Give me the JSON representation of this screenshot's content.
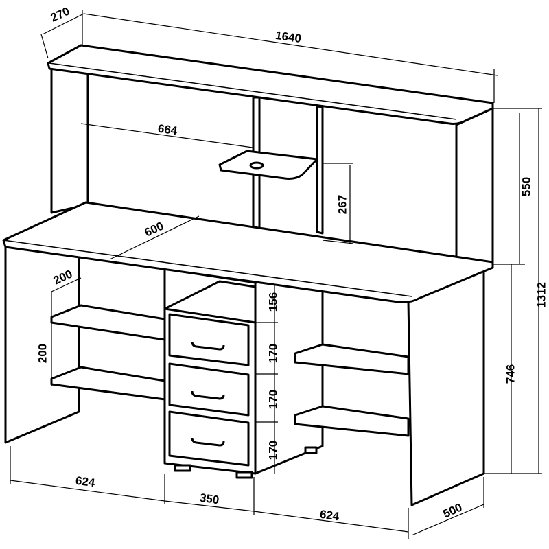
{
  "drawing": {
    "subject": "desk",
    "dimensions": {
      "hutch_depth": "270",
      "total_width": "1640",
      "shelf_offset": "664",
      "shelf_height": "267",
      "hutch_height": "550",
      "total_height": "1312",
      "desk_depth_inner": "600",
      "shelf_depth": "200",
      "shelf_spacing": "200",
      "top_drawer_gap": "156",
      "drawer_1": "170",
      "drawer_2": "170",
      "drawer_3": "170",
      "desk_height": "746",
      "left_section_width": "624",
      "drawer_unit_width": "350",
      "right_section_width": "624",
      "desk_depth": "500"
    }
  }
}
